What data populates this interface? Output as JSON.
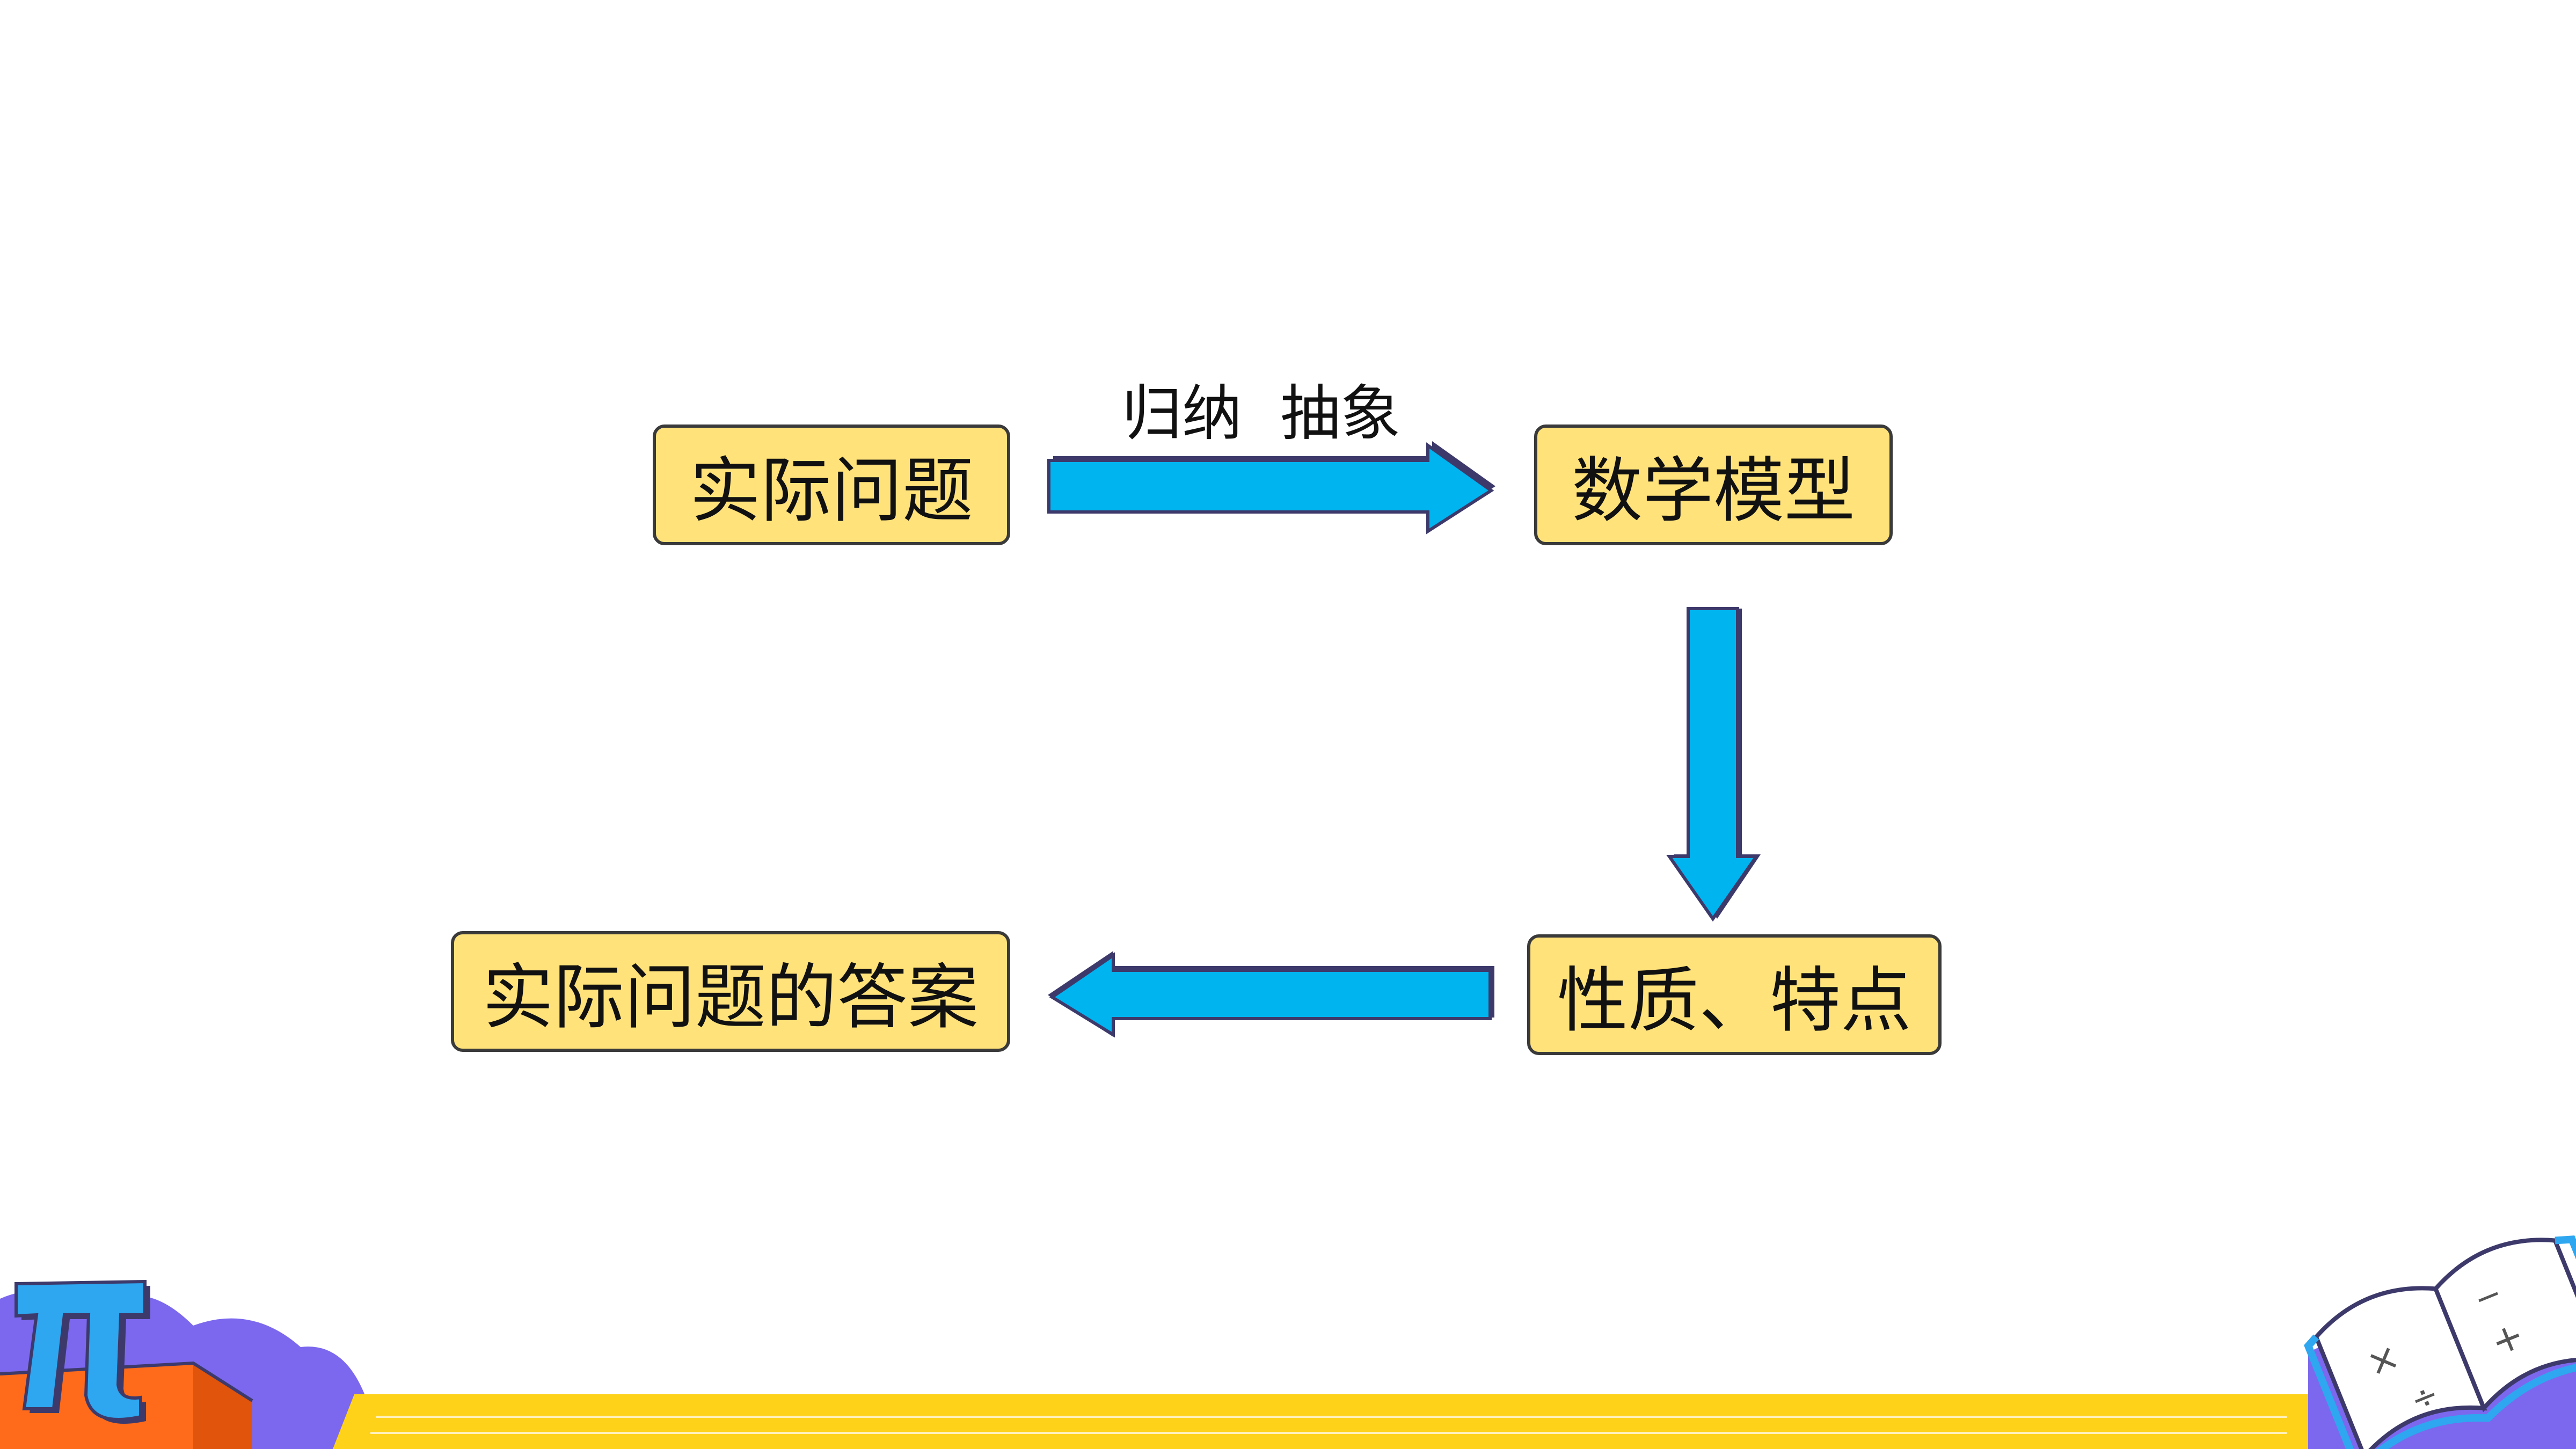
{
  "diagram": {
    "nodes": {
      "problem": "实际问题",
      "model": "数学模型",
      "properties": "性质、特点",
      "answer": "实际问题的答案"
    },
    "edges": {
      "problem_to_model_label": "归纳  抽象"
    }
  },
  "decoration": {
    "pi_symbol": "π",
    "book_symbols": [
      "−",
      "+",
      "×",
      "÷"
    ]
  },
  "colors": {
    "arrow_fill": "#00b4f0",
    "arrow_outline": "#3d3a6b",
    "box_fill": "#ffe27a",
    "box_border": "#3a3a3a",
    "footer_yellow": "#ffd21a",
    "footer_purple": "#7b68ee",
    "footer_orange": "#ff6b1a",
    "pi_blue": "#2ea6f0"
  }
}
